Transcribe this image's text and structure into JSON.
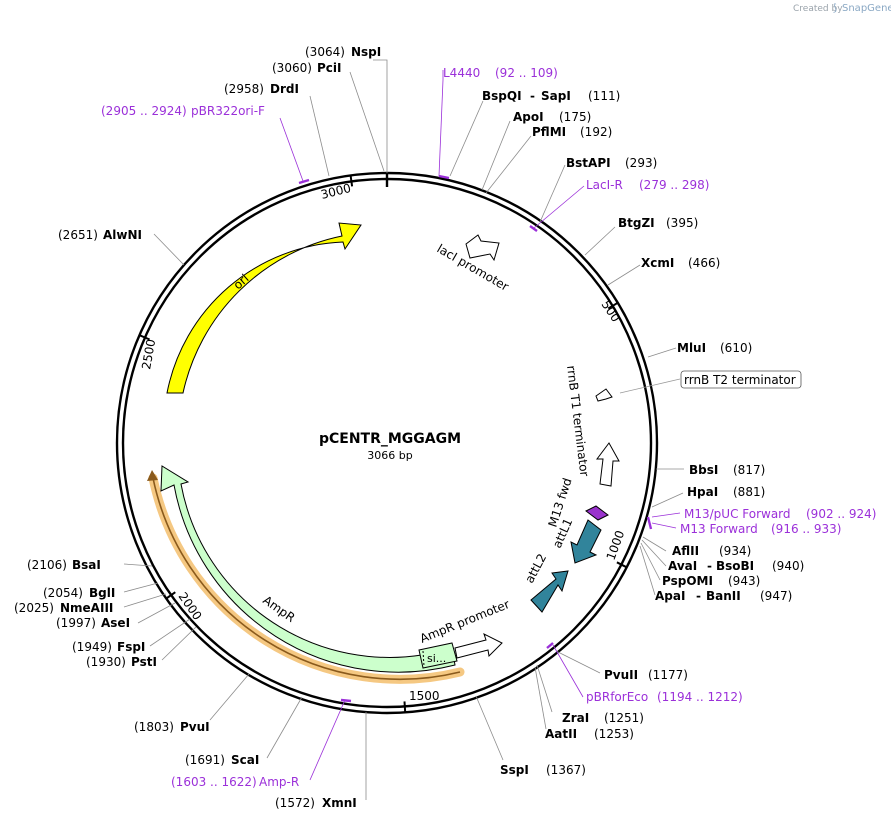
{
  "branding": {
    "created_by": "Created by",
    "brand": "SnapGene"
  },
  "plasmid": {
    "name": "pCENTR_MGGAGM",
    "size_label": "3066 bp",
    "total_bp": 3066
  },
  "ring_ticks": [
    {
      "label": "500",
      "bp": 500
    },
    {
      "label": "1000",
      "bp": 1000
    },
    {
      "label": "1500",
      "bp": 1500
    },
    {
      "label": "2000",
      "bp": 2000
    },
    {
      "label": "2500",
      "bp": 2500
    },
    {
      "label": "3000",
      "bp": 3000
    }
  ],
  "sites": [
    {
      "pos": "(3064)",
      "name": "NspI"
    },
    {
      "pos": "(3060)",
      "name": "PciI"
    },
    {
      "pos": "(2958)",
      "name": "DrdI"
    },
    {
      "name": "BspQI",
      "name2": "SapI",
      "pos": "(111)"
    },
    {
      "name": "ApoI",
      "pos": "(175)"
    },
    {
      "name": "PflMI",
      "pos": "(192)"
    },
    {
      "name": "BstAPI",
      "pos": "(293)"
    },
    {
      "name": "BtgZI",
      "pos": "(395)"
    },
    {
      "name": "XcmI",
      "pos": "(466)"
    },
    {
      "name": "MluI",
      "pos": "(610)"
    },
    {
      "name": "BbsI",
      "pos": "(817)"
    },
    {
      "name": "HpaI",
      "pos": "(881)"
    },
    {
      "name": "AflII",
      "pos": "(934)"
    },
    {
      "name": "AvaI",
      "name2": "BsoBI",
      "pos": "(940)"
    },
    {
      "name": "PspOMI",
      "pos": "(943)"
    },
    {
      "name": "ApaI",
      "name2": "BanII",
      "pos": "(947)"
    },
    {
      "name": "PvuII",
      "pos": "(1177)"
    },
    {
      "name": "ZraI",
      "pos": "(1251)"
    },
    {
      "name": "AatII",
      "pos": "(1253)"
    },
    {
      "name": "SspI",
      "pos": "(1367)"
    },
    {
      "pos": "(1572)",
      "name": "XmnI"
    },
    {
      "pos": "(1691)",
      "name": "ScaI"
    },
    {
      "pos": "(1803)",
      "name": "PvuI"
    },
    {
      "pos": "(1930)",
      "name": "PstI"
    },
    {
      "pos": "(1949)",
      "name": "FspI"
    },
    {
      "pos": "(1997)",
      "name": "AseI"
    },
    {
      "pos": "(2025)",
      "name": "NmeAIII"
    },
    {
      "pos": "(2054)",
      "name": "BglI"
    },
    {
      "pos": "(2106)",
      "name": "BsaI"
    },
    {
      "pos": "(2651)",
      "name": "AlwNI"
    }
  ],
  "primers": [
    {
      "name": "L4440",
      "range": "(92 .. 109)"
    },
    {
      "name": "LacI-R",
      "range": "(279 .. 298)"
    },
    {
      "name": "M13/pUC Forward",
      "range": "(902 .. 924)"
    },
    {
      "name": "M13 Forward",
      "range": "(916 .. 933)"
    },
    {
      "name": "pBRforEco",
      "range": "(1194 .. 1212)"
    },
    {
      "range": "(1603 .. 1622)",
      "name": "Amp-R"
    },
    {
      "range": "(2905 .. 2924)",
      "name": "pBR322ori-F"
    }
  ],
  "features": {
    "laci_promoter": "lacI promoter",
    "rrnb_t2": "rrnB T2 terminator",
    "rrnb_t1": "rrnB T1 terminator",
    "m13_fwd": "M13 fwd",
    "attl1": "attL1",
    "attl2": "attL2",
    "ampr_promoter": "AmpR promoter",
    "ampr": "AmpR",
    "signal": "si...",
    "ori": "ori"
  },
  "colors": {
    "ori": "#ffff00",
    "ampr": "#ccffcc",
    "att": "#31849b",
    "m13": "#9933cc",
    "primer": "#9b30d9",
    "highlight": "#f5c882"
  }
}
